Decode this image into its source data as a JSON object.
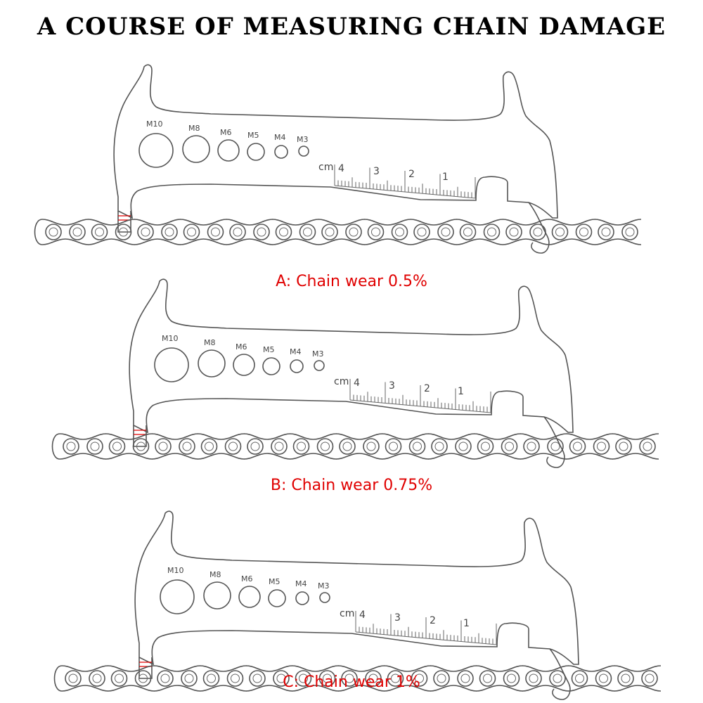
{
  "title": "A COURSE OF MEASURING CHAIN DAMAGE",
  "hole_labels": [
    "M10",
    "M8",
    "M6",
    "M5",
    "M4",
    "M3"
  ],
  "scale": {
    "unit": "cm",
    "numbers": [
      "4",
      "3",
      "2",
      "1"
    ]
  },
  "examples": [
    {
      "id": "A",
      "caption": "A: Chain wear 0.5%",
      "wear_percent": 0.5
    },
    {
      "id": "B",
      "caption": "B: Chain wear 0.75%",
      "wear_percent": 0.75
    },
    {
      "id": "C",
      "caption": "C: Chain wear 1%",
      "wear_percent": 1
    }
  ],
  "colors": {
    "caption": "#e00000",
    "tool_outline": "#555555",
    "mark": "#e00000"
  }
}
